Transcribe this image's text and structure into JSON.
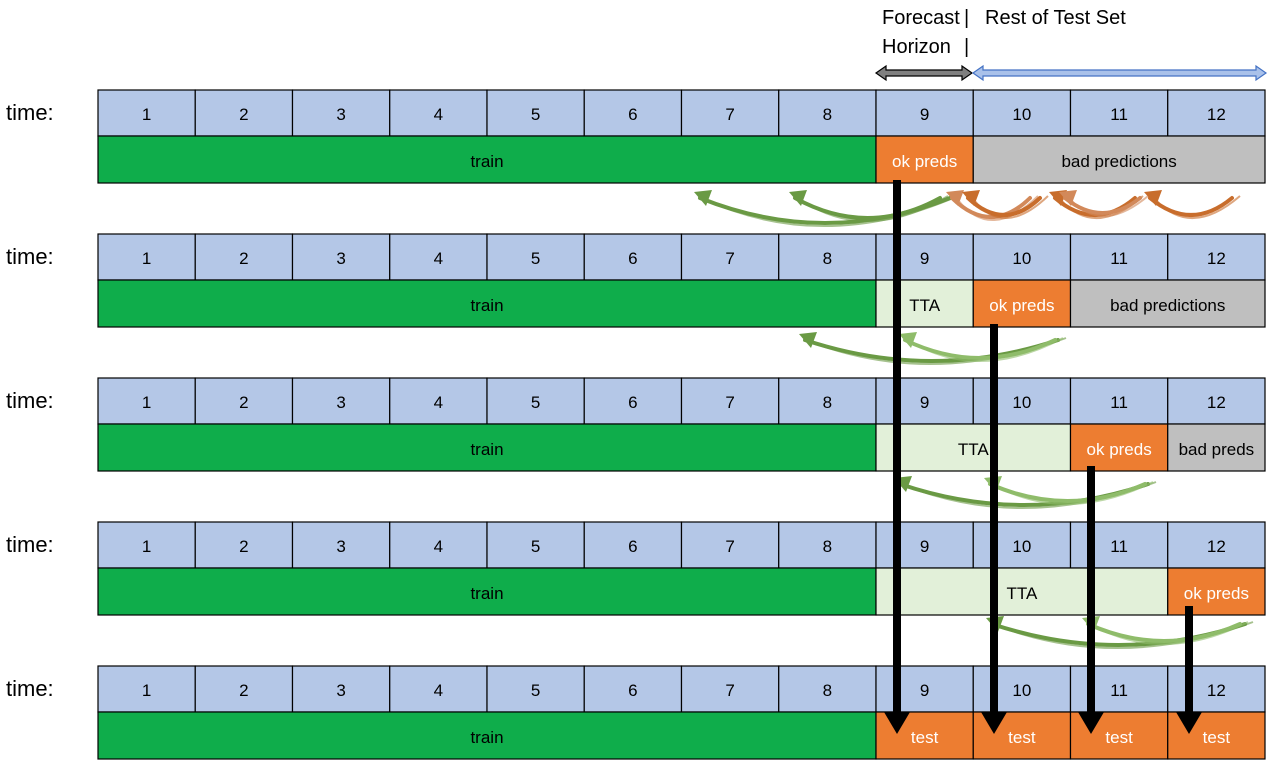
{
  "header": {
    "forecast_line1": "Forecast",
    "forecast_line2": "Horizon",
    "separator": "|",
    "rest_label": "Rest of Test Set"
  },
  "time_label": "time:",
  "time_steps": [
    "1",
    "2",
    "3",
    "4",
    "5",
    "6",
    "7",
    "8",
    "9",
    "10",
    "11",
    "12"
  ],
  "rows": [
    {
      "segments": [
        {
          "label": "train",
          "kind": "train",
          "from": 1,
          "to": 8
        },
        {
          "label": "ok preds",
          "kind": "ok",
          "from": 9,
          "to": 9
        },
        {
          "label": "bad predictions",
          "kind": "bad",
          "from": 10,
          "to": 12
        }
      ]
    },
    {
      "segments": [
        {
          "label": "train",
          "kind": "train",
          "from": 1,
          "to": 8
        },
        {
          "label": "TTA",
          "kind": "tta",
          "from": 9,
          "to": 9
        },
        {
          "label": "ok preds",
          "kind": "ok",
          "from": 10,
          "to": 10
        },
        {
          "label": "bad predictions",
          "kind": "bad",
          "from": 11,
          "to": 12
        }
      ]
    },
    {
      "segments": [
        {
          "label": "train",
          "kind": "train",
          "from": 1,
          "to": 8
        },
        {
          "label": "TTA",
          "kind": "tta",
          "from": 9,
          "to": 10
        },
        {
          "label": "ok preds",
          "kind": "ok",
          "from": 11,
          "to": 11
        },
        {
          "label": "bad preds",
          "kind": "bad",
          "from": 12,
          "to": 12
        }
      ]
    },
    {
      "segments": [
        {
          "label": "train",
          "kind": "train",
          "from": 1,
          "to": 8
        },
        {
          "label": "TTA",
          "kind": "tta",
          "from": 9,
          "to": 11
        },
        {
          "label": "ok preds",
          "kind": "ok",
          "from": 12,
          "to": 12
        }
      ]
    },
    {
      "segments": [
        {
          "label": "train",
          "kind": "train",
          "from": 1,
          "to": 8
        },
        {
          "label": "test",
          "kind": "test",
          "from": 9,
          "to": 9
        },
        {
          "label": "test",
          "kind": "test",
          "from": 10,
          "to": 10
        },
        {
          "label": "test",
          "kind": "test",
          "from": 11,
          "to": 11
        },
        {
          "label": "test",
          "kind": "test",
          "from": 12,
          "to": 12
        }
      ]
    }
  ],
  "colors": {
    "time_cell": "#b4c7e7",
    "train": "#0fad4b",
    "ok": "#ed7d31",
    "test": "#ed7d31",
    "bad": "#bfbfbf",
    "tta": "#e2f0d9",
    "green_arrow": "#548235",
    "orange_arrow": "#c55a11",
    "blue_arrow": "#4472c4",
    "grey_arrow": "#808080",
    "black_arrow": "#000000"
  }
}
